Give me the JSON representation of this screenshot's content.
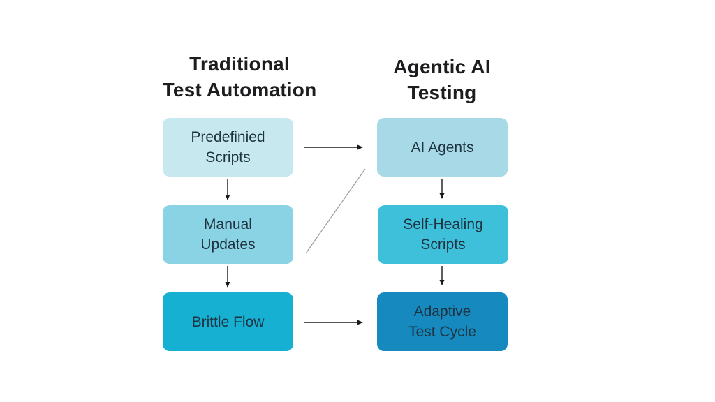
{
  "diagram": {
    "title": "Traditional Test Automation vs Agentic AI Testing",
    "colors": {
      "background": "#ffffff",
      "header_text": "#1d1d1f",
      "box_text": "#1e3340",
      "arrow": "#1a1a1a",
      "diagonal_line": "#9b9b9b"
    },
    "columns": [
      {
        "id": "traditional",
        "title_lines": [
          "Traditional",
          "Test Automation"
        ],
        "boxes": [
          {
            "id": "predefined-scripts",
            "lines": [
              "Predefinied",
              "Scripts"
            ],
            "bg": "#c7e8ef"
          },
          {
            "id": "manual-updates",
            "lines": [
              "Manual",
              "Updates"
            ],
            "bg": "#8ad3e5"
          },
          {
            "id": "brittle-flow",
            "lines": [
              "Brittle Flow"
            ],
            "bg": "#16b0d3"
          }
        ]
      },
      {
        "id": "agentic-ai",
        "title_lines": [
          "Agentic AI",
          "Testing"
        ],
        "boxes": [
          {
            "id": "ai-agents",
            "lines": [
              "AI Agents"
            ],
            "bg": "#a7dae6"
          },
          {
            "id": "self-healing-scripts",
            "lines": [
              "Self-Healing",
              "Scripts"
            ],
            "bg": "#3fc0da"
          },
          {
            "id": "adaptive-test-cycle",
            "lines": [
              "Adaptive",
              "Test Cycle"
            ],
            "bg": "#1689bf"
          }
        ]
      }
    ],
    "connectors": [
      {
        "from": "predefined-scripts",
        "to": "ai-agents",
        "style": "arrow"
      },
      {
        "from": "predefined-scripts",
        "to": "manual-updates",
        "style": "arrow"
      },
      {
        "from": "manual-updates",
        "to": "brittle-flow",
        "style": "arrow"
      },
      {
        "from": "manual-updates",
        "to": "ai-agents",
        "style": "plain-line"
      },
      {
        "from": "brittle-flow",
        "to": "adaptive-test-cycle",
        "style": "arrow"
      },
      {
        "from": "ai-agents",
        "to": "self-healing-scripts",
        "style": "arrow"
      },
      {
        "from": "self-healing-scripts",
        "to": "adaptive-test-cycle",
        "style": "arrow"
      }
    ]
  }
}
